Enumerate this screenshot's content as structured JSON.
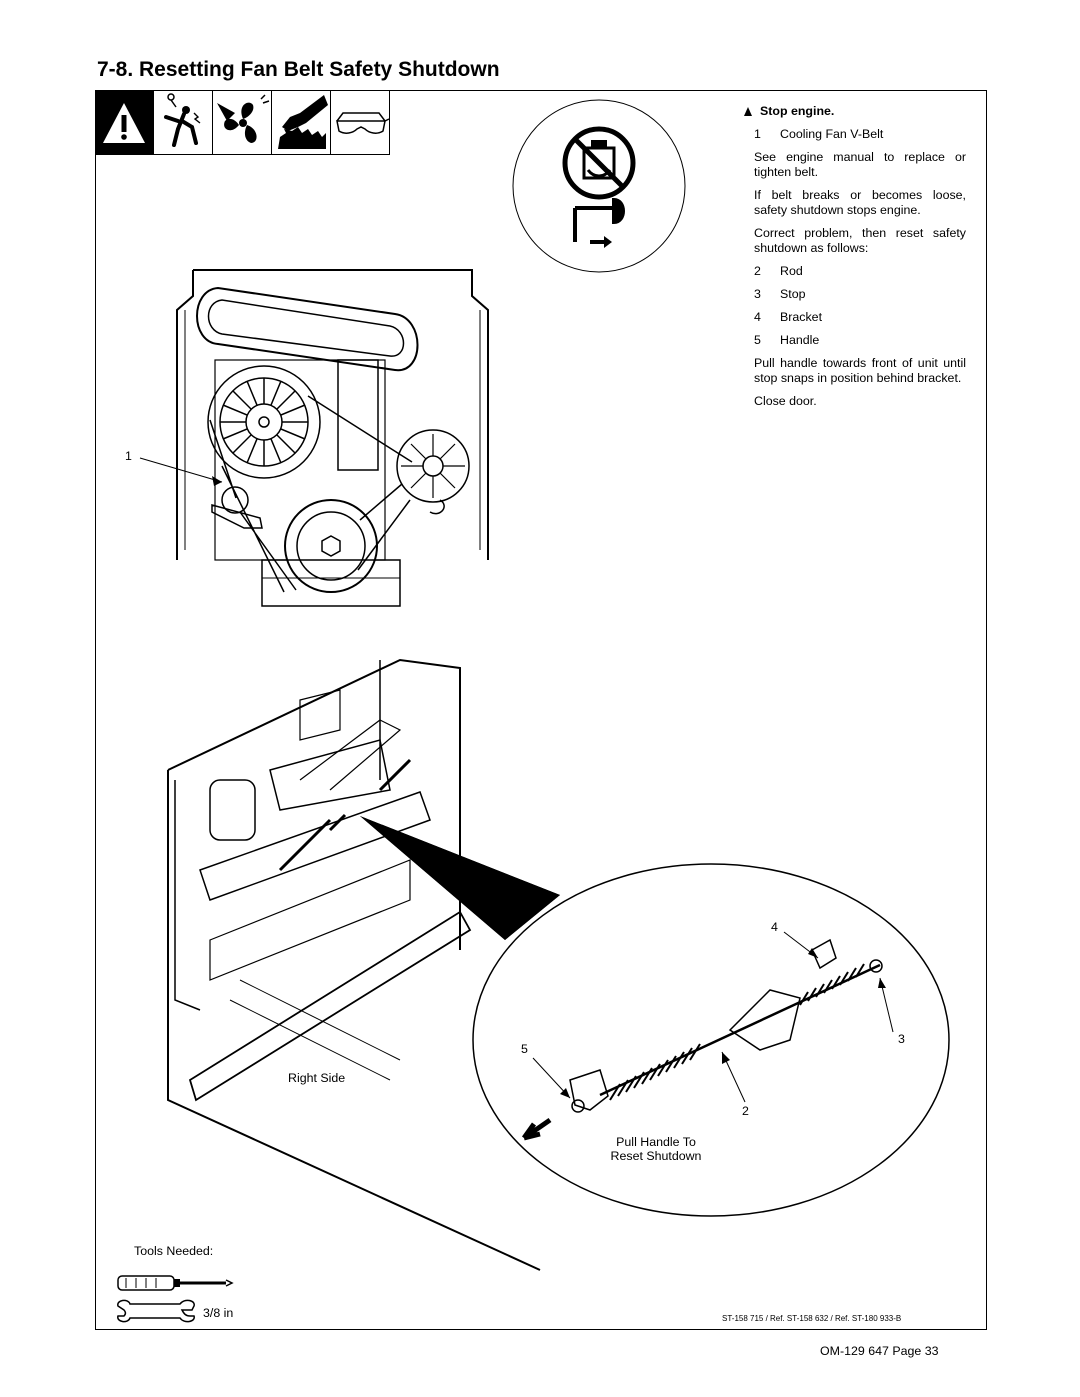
{
  "title": "7-8.   Resetting Fan Belt Safety Shutdown",
  "steps": {
    "stop_engine": "Stop engine.",
    "item1_num": "1",
    "item1_label": "Cooling Fan V-Belt",
    "para1": "See engine manual to replace or tighten belt.",
    "para2": "If belt breaks or becomes loose, safety shutdown stops engine.",
    "para3": "Correct problem, then reset safety shutdown as follows:",
    "items": [
      {
        "num": "2",
        "label": "Rod"
      },
      {
        "num": "3",
        "label": "Stop"
      },
      {
        "num": "4",
        "label": "Bracket"
      },
      {
        "num": "5",
        "label": "Handle"
      }
    ],
    "para4": "Pull handle towards front of unit until stop snaps in position behind bracket.",
    "para5": "Close door."
  },
  "callouts": {
    "c1": "1",
    "c2": "2",
    "c3": "3",
    "c4": "4",
    "c5": "5"
  },
  "captions": {
    "right_side": "Right Side",
    "pull_line1": "Pull Handle To",
    "pull_line2": "Reset Shutdown"
  },
  "tools": {
    "label": "Tools Needed:",
    "wrench_size": "3/8 in"
  },
  "footer": {
    "ref": "ST-158 715 / Ref. ST-158 632 / Ref. ST-180 933-B",
    "page": "OM-129 647 Page 33"
  },
  "icons": [
    "warning-icon",
    "electric-shock-icon",
    "fan-hazard-icon",
    "hot-parts-icon",
    "safety-glasses-icon",
    "no-engine-running-icon",
    "stop-engine-icon",
    "screwdriver-icon",
    "wrench-icon"
  ]
}
